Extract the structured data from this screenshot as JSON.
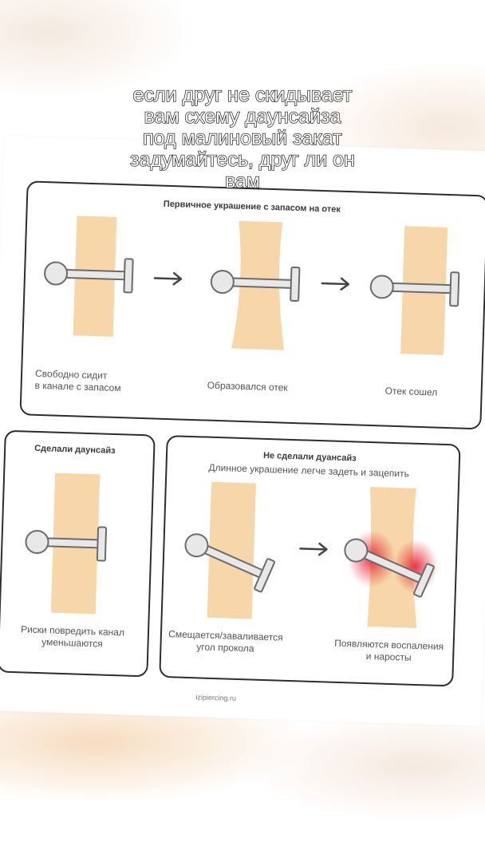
{
  "overlay": {
    "lines": [
      "если друг не скидывает",
      "вам схему даунсайза",
      "под малиновый закат",
      "задумайтесь, друг ли он",
      "вам"
    ]
  },
  "top_panel": {
    "title": "Первичное украшение с запасом на отек",
    "captions": {
      "free_fit": [
        "Свободно сидит",
        "в канале с запасом"
      ],
      "swelling": "Образовался отек",
      "swelling_gone": "Отек сошел"
    }
  },
  "left_panel": {
    "title": "Сделали даунсайз",
    "caption": [
      "Риски повредить канал",
      "уменьшаются"
    ]
  },
  "right_panel": {
    "title": "Не сделали дуансайз",
    "subtitle": "Длинное украшение легче задеть и зацепить",
    "captions": {
      "shifted": [
        "Смещается/заваливается",
        "угол прокола"
      ],
      "inflamed": [
        "Появляются воспаления",
        "и наросты"
      ]
    }
  },
  "site": "izipiercing.ru",
  "colors": {
    "skin": "#f7d7a9",
    "jewelry_fill": "#e8e8e8",
    "jewelry_stroke": "#6b6b6b",
    "inflammation": "#e4202f",
    "border": "#2d2d2d"
  },
  "icons": [
    "arrow-right-icon",
    "piercing-jewelry-icon"
  ]
}
